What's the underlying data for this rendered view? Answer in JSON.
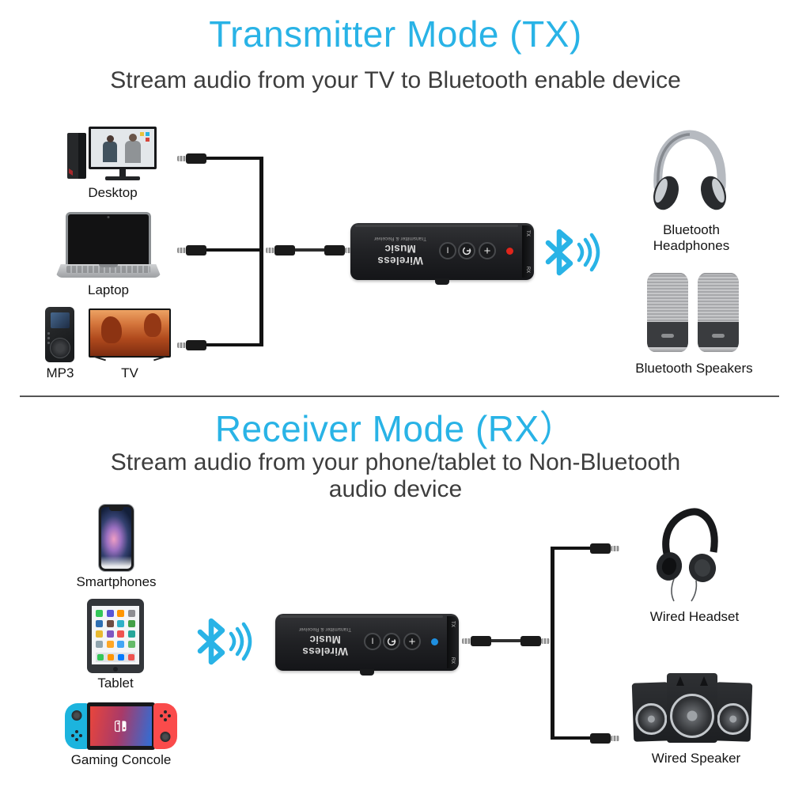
{
  "colors": {
    "accent": "#29b3e6",
    "subtitle_gray": "#3d3d3d",
    "divider": "#555555",
    "led_tx_red": "#e0251b",
    "led_rx_blue": "#1e8fe0",
    "bluetooth_icon": "#29b3e6"
  },
  "tx": {
    "title": "Transmitter Mode (TX)",
    "subtitle": "Stream audio from your TV to Bluetooth enable device",
    "sources": [
      {
        "label": "Desktop"
      },
      {
        "label": "Laptop"
      },
      {
        "label": "MP3"
      },
      {
        "label": "TV"
      }
    ],
    "targets": [
      {
        "label": "Bluetooth Headphones"
      },
      {
        "label": "Bluetooth Speakers"
      }
    ]
  },
  "rx": {
    "title": "Receiver Mode (RX）",
    "subtitle_line1": "Stream audio from your phone/tablet to Non-Bluetooth",
    "subtitle_line2": "audio device",
    "sources": [
      {
        "label": "Smartphones"
      },
      {
        "label": "Tablet"
      },
      {
        "label": "Gaming Concole"
      }
    ],
    "targets": [
      {
        "label": "Wired Headset"
      },
      {
        "label": "Wired Speaker"
      }
    ]
  },
  "device": {
    "name_line1": "Wireless Music",
    "name_line2": "Transmitter & Receiver",
    "edge_top": "TX",
    "edge_bottom": "RX",
    "button_play": "I",
    "button_plus": "+"
  }
}
